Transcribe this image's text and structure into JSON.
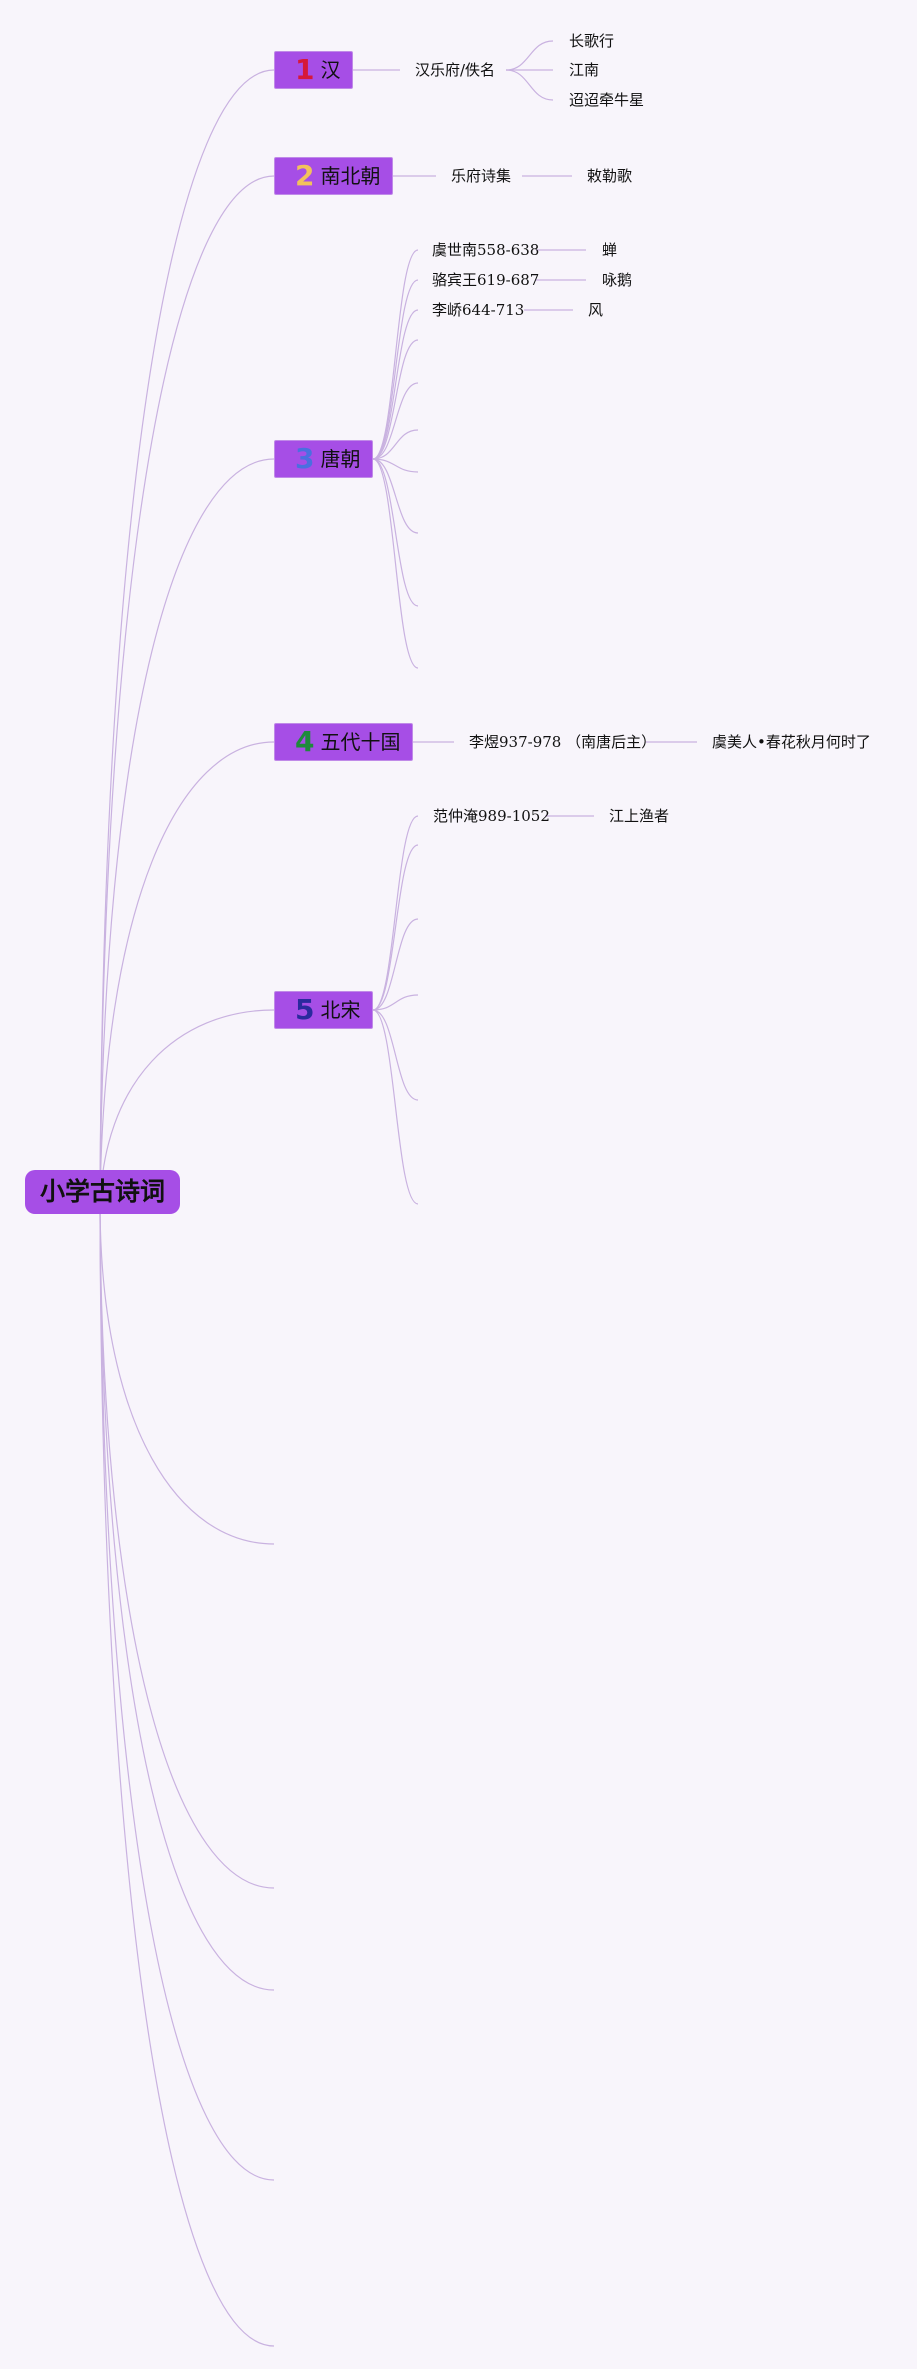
{
  "root": {
    "label": "小学古诗词"
  },
  "eras": [
    {
      "num": "1",
      "num_color": "#d6183a",
      "label": "汉",
      "children": [
        {
          "label": "汉乐府/佚名",
          "poems": [
            "长歌行",
            "江南",
            "迢迢牵牛星"
          ]
        }
      ]
    },
    {
      "num": "2",
      "num_color": "#f2c25c",
      "label": "南北朝",
      "children": [
        {
          "label": "乐府诗集",
          "poems": [
            "敕勒歌"
          ]
        }
      ]
    },
    {
      "num": "3",
      "num_color": "#4a6fe0",
      "label": "唐朝",
      "children": [
        {
          "label": "虞世南558-638",
          "poems": [
            "蝉"
          ]
        },
        {
          "label": "骆宾王619-687",
          "poems": [
            "咏鹅"
          ]
        },
        {
          "label": "李峤644-713",
          "poems": [
            "风"
          ]
        }
      ]
    },
    {
      "num": "4",
      "num_color": "#1e8a3c",
      "label": "五代十国",
      "children": [
        {
          "label": "李煜937-978 （南唐后主）",
          "poems": [
            "虞美人•春花秋月何时了"
          ]
        }
      ]
    },
    {
      "num": "5",
      "num_color": "#2a2a9e",
      "label": "北宋",
      "children": [
        {
          "label": "范仲淹989-1052",
          "poems": [
            "江上渔者"
          ]
        }
      ]
    }
  ],
  "colors": {
    "link": "#c9b2e0",
    "node": "#a64ee6",
    "background": "#f8f5fb"
  }
}
